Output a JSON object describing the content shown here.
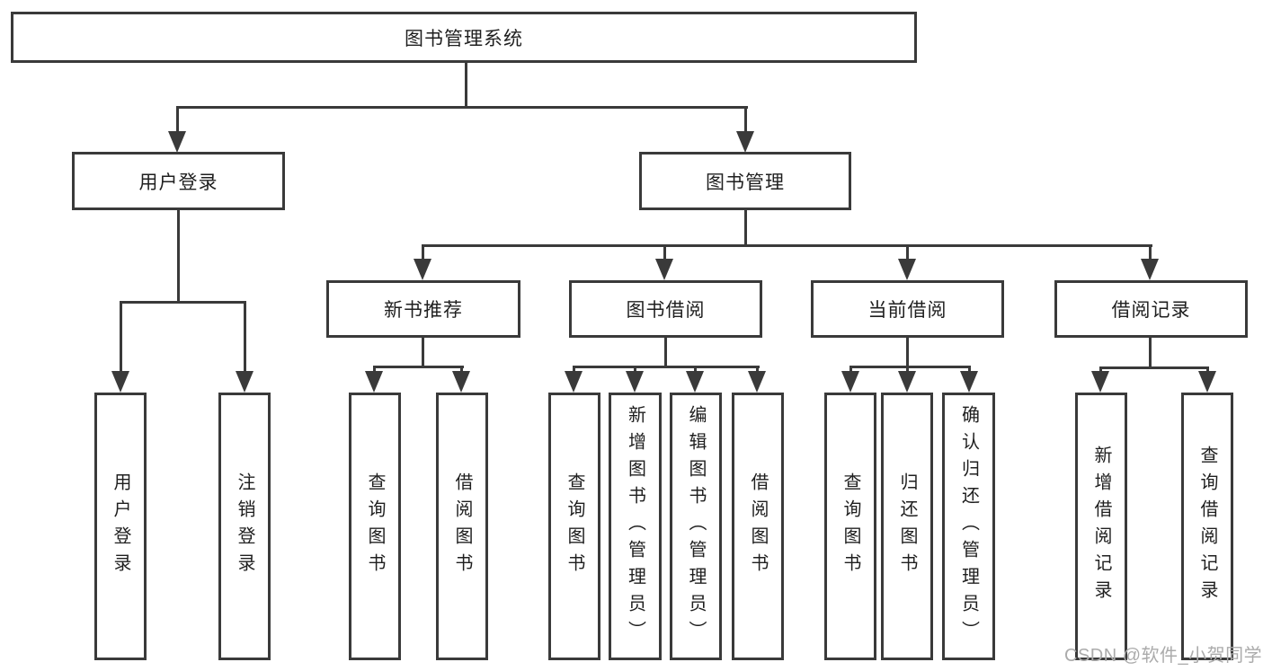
{
  "colors": {
    "line": "#3a3a3a",
    "text": "#1f1f1f",
    "background": "#ffffff",
    "watermark": "#ababab"
  },
  "watermark": {
    "text": "CSDN @软件_小贺同学"
  },
  "tree": {
    "label": "图书管理系统",
    "children": [
      {
        "label": "用户登录",
        "children": [
          {
            "label": "用户登录"
          },
          {
            "label": "注销登录"
          }
        ]
      },
      {
        "label": "图书管理",
        "children": [
          {
            "label": "新书推荐",
            "children": [
              {
                "label": "查询图书"
              },
              {
                "label": "借阅图书"
              }
            ]
          },
          {
            "label": "图书借阅",
            "children": [
              {
                "label": "查询图书"
              },
              {
                "label": "新增图书（管理员）"
              },
              {
                "label": "编辑图书（管理员）"
              },
              {
                "label": "借阅图书"
              }
            ]
          },
          {
            "label": "当前借阅",
            "children": [
              {
                "label": "查询图书"
              },
              {
                "label": "归还图书"
              },
              {
                "label": "确认归还（管理员）"
              }
            ]
          },
          {
            "label": "借阅记录",
            "children": [
              {
                "label": "新增借阅记录"
              },
              {
                "label": "查询借阅记录"
              }
            ]
          }
        ]
      }
    ]
  }
}
